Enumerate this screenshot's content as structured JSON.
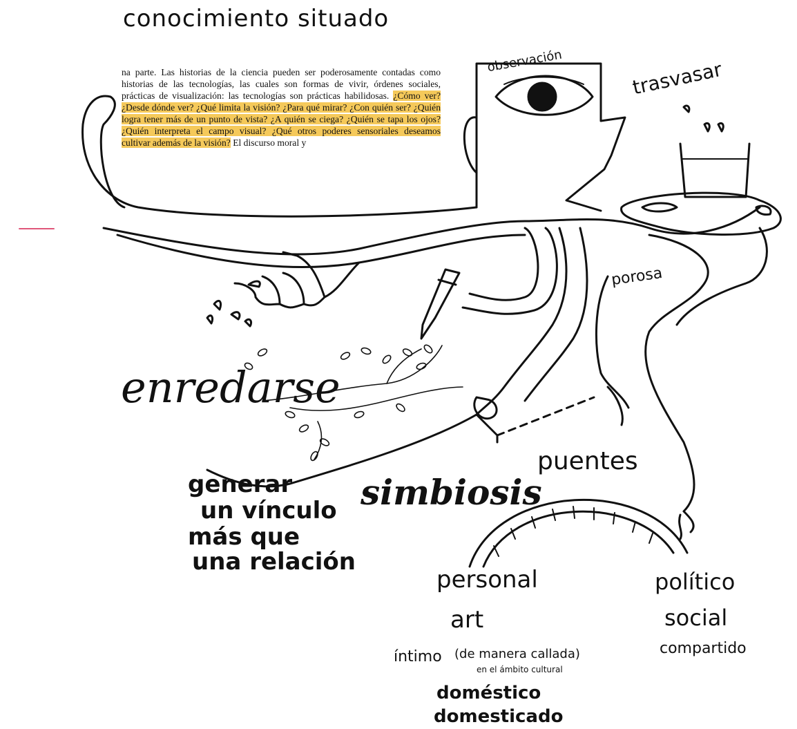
{
  "title": "conocimiento situado",
  "clipping": {
    "plain_start": "na parte. Las historias de la ciencia pueden ser poderosamente contadas como historias de las tecnologías, las cuales son formas de vivir, órdenes sociales, prácticas de visualización: las tecnologías son prácticas habilidosas.",
    "highlighted": "¿Cómo ver? ¿Desde dónde ver? ¿Qué limita la visión? ¿Para qué mirar? ¿Con quién ser? ¿Quién logra tener más de un punto de vista? ¿A quién se ciega? ¿Quién se tapa los ojos? ¿Quién interpreta el campo visual? ¿Qué otros poderes sensoriales deseamos cultivar además de la visión?",
    "plain_end": "El discurso moral y"
  },
  "labels": {
    "observacion": "observación",
    "trasvasar": "trasvasar",
    "porosa": "porosa",
    "enredarse": "enredarse",
    "generar_1": "generar",
    "generar_2": "un vínculo",
    "generar_3": "más que",
    "generar_4": "una relación",
    "simbiosis": "simbiosis",
    "puentes": "puentes",
    "personal": "personal",
    "art": "art",
    "intimo": "íntimo",
    "intimo_note_1": "(de manera callada)",
    "intimo_note_2": "en el ámbito cultural",
    "domestico": "doméstico",
    "domesticado": "domesticado",
    "politico": "político",
    "social": "social",
    "compartido": "compartido"
  },
  "colors": {
    "ink": "#111111",
    "highlight": "#f5c95a",
    "accent_line": "#e0567a"
  }
}
